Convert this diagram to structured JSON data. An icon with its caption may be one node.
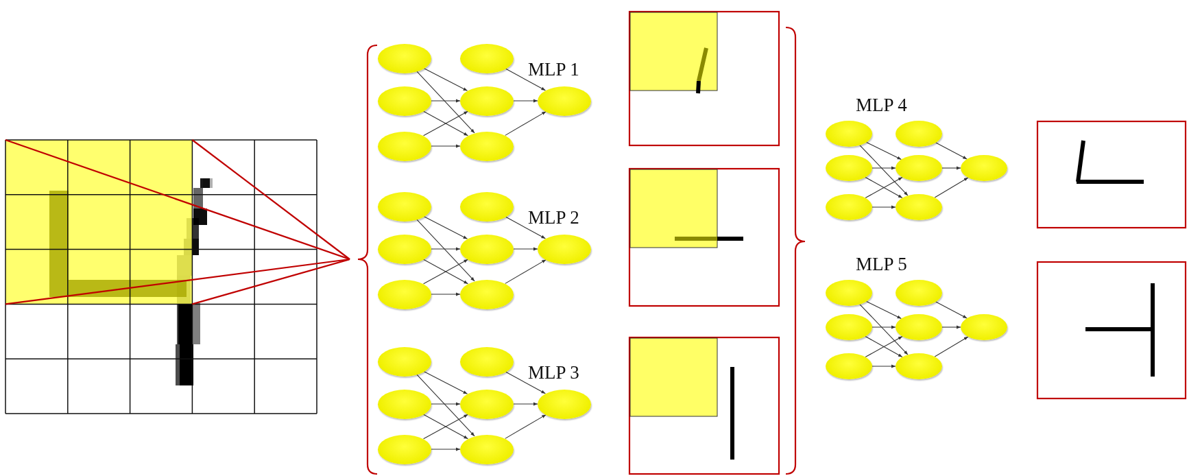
{
  "diagram": {
    "nodes": [
      {
        "text": [],
        "shape": "ellipse"
      },
      {
        "text": [],
        "shape": "ellipse"
      },
      {
        "text": [],
        "shape": "ellipse"
      },
      {
        "text": [],
        "shape": "ellipse"
      },
      {
        "text": [],
        "shape": "ellipse"
      },
      {
        "text": [],
        "shape": "ellipse"
      },
      {
        "text": [],
        "shape": "ellipse"
      },
      {
        "text": [],
        "shape": "ellipse"
      },
      {
        "text": [],
        "shape": "ellipse"
      },
      {
        "text": [],
        "shape": "ellipse"
      },
      {
        "text": [],
        "shape": "ellipse"
      },
      {
        "text": [],
        "shape": "ellipse"
      },
      {
        "text": [],
        "shape": "ellipse"
      },
      {
        "text": [],
        "shape": "ellipse"
      },
      {
        "text": [],
        "shape": "ellipse"
      },
      {
        "text": [],
        "shape": "ellipse"
      },
      {
        "text": [],
        "shape": "ellipse"
      },
      {
        "text": [],
        "shape": "ellipse"
      },
      {
        "text": [],
        "shape": "ellipse"
      },
      {
        "text": [],
        "shape": "ellipse"
      },
      {
        "text": [],
        "shape": "ellipse"
      },
      {
        "text": [],
        "shape": "ellipse"
      },
      {
        "text": [],
        "shape": "ellipse"
      },
      {
        "text": [],
        "shape": "ellipse"
      },
      {
        "text": [],
        "shape": "ellipse"
      },
      {
        "text": [],
        "shape": "ellipse"
      },
      {
        "text": [],
        "shape": "ellipse"
      },
      {
        "text": [],
        "shape": "ellipse"
      },
      {
        "text": [],
        "shape": "ellipse"
      },
      {
        "text": [],
        "shape": "ellipse"
      },
      {
        "text": [],
        "shape": "ellipse"
      },
      {
        "text": [],
        "shape": "ellipse"
      },
      {
        "text": [],
        "shape": "ellipse"
      },
      {
        "text": [],
        "shape": "ellipse"
      },
      {
        "text": [],
        "shape": "ellipse"
      }
    ],
    "edges": [
      {
        "from": 0,
        "to": 4,
        "arrow": "to"
      },
      {
        "from": 0,
        "to": 5,
        "arrow": "to"
      },
      {
        "from": 1,
        "to": 4,
        "arrow": "to"
      },
      {
        "from": 1,
        "to": 5,
        "arrow": "to"
      },
      {
        "from": 2,
        "to": 4,
        "arrow": "to"
      },
      {
        "from": 2,
        "to": 5,
        "arrow": "to"
      },
      {
        "from": 3,
        "to": 6,
        "arrow": "to"
      },
      {
        "from": 4,
        "to": 6,
        "arrow": "to"
      },
      {
        "from": 5,
        "to": 6,
        "arrow": "to"
      },
      {
        "from": 7,
        "to": 11,
        "arrow": "to"
      },
      {
        "from": 7,
        "to": 12,
        "arrow": "to"
      },
      {
        "from": 8,
        "to": 11,
        "arrow": "to"
      },
      {
        "from": 8,
        "to": 12,
        "arrow": "to"
      },
      {
        "from": 9,
        "to": 11,
        "arrow": "to"
      },
      {
        "from": 9,
        "to": 12,
        "arrow": "to"
      },
      {
        "from": 10,
        "to": 13,
        "arrow": "to"
      },
      {
        "from": 11,
        "to": 13,
        "arrow": "to"
      },
      {
        "from": 12,
        "to": 13,
        "arrow": "to"
      },
      {
        "from": 14,
        "to": 18,
        "arrow": "to"
      },
      {
        "from": 14,
        "to": 19,
        "arrow": "to"
      },
      {
        "from": 15,
        "to": 18,
        "arrow": "to"
      },
      {
        "from": 15,
        "to": 19,
        "arrow": "to"
      },
      {
        "from": 16,
        "to": 18,
        "arrow": "to"
      },
      {
        "from": 16,
        "to": 19,
        "arrow": "to"
      },
      {
        "from": 17,
        "to": 20,
        "arrow": "to"
      },
      {
        "from": 18,
        "to": 20,
        "arrow": "to"
      },
      {
        "from": 19,
        "to": 20,
        "arrow": "to"
      },
      {
        "from": 21,
        "to": 25,
        "arrow": "to"
      },
      {
        "from": 21,
        "to": 26,
        "arrow": "to"
      },
      {
        "from": 22,
        "to": 25,
        "arrow": "to"
      },
      {
        "from": 22,
        "to": 26,
        "arrow": "to"
      },
      {
        "from": 23,
        "to": 25,
        "arrow": "to"
      },
      {
        "from": 23,
        "to": 26,
        "arrow": "to"
      },
      {
        "from": 24,
        "to": 27,
        "arrow": "to"
      },
      {
        "from": 25,
        "to": 27,
        "arrow": "to"
      },
      {
        "from": 26,
        "to": 27,
        "arrow": "to"
      },
      {
        "from": 28,
        "to": 32,
        "arrow": "to"
      },
      {
        "from": 28,
        "to": 33,
        "arrow": "to"
      },
      {
        "from": 29,
        "to": 32,
        "arrow": "to"
      },
      {
        "from": 29,
        "to": 33,
        "arrow": "to"
      },
      {
        "from": 30,
        "to": 32,
        "arrow": "to"
      },
      {
        "from": 30,
        "to": 33,
        "arrow": "to"
      },
      {
        "from": 31,
        "to": 34,
        "arrow": "to"
      },
      {
        "from": 32,
        "to": 34,
        "arrow": "to"
      },
      {
        "from": 33,
        "to": 34,
        "arrow": "to"
      }
    ],
    "labels": [
      "MLP 1",
      "MLP 2",
      "MLP 3",
      "MLP 4",
      "MLP 5"
    ]
  }
}
